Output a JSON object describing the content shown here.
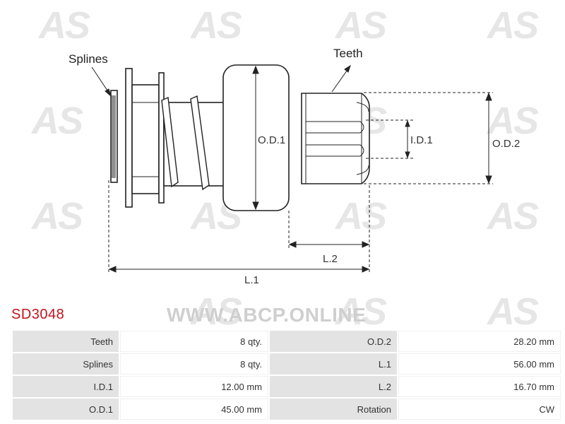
{
  "watermark": {
    "text": "AS"
  },
  "diagram": {
    "callouts": {
      "splines": "Splines",
      "teeth": "Teeth"
    },
    "dimensions": {
      "od1": "O.D.1",
      "id1": "I.D.1",
      "od2": "O.D.2",
      "l2": "L.2",
      "l1": "L.1"
    }
  },
  "part_code": "SD3048",
  "website": "WWW.ABCP.ONLINE",
  "specs": [
    {
      "label_left": "Teeth",
      "value_left": "8 qty.",
      "label_right": "O.D.2",
      "value_right": "28.20 mm"
    },
    {
      "label_left": "Splines",
      "value_left": "8 qty.",
      "label_right": "L.1",
      "value_right": "56.00 mm"
    },
    {
      "label_left": "I.D.1",
      "value_left": "12.00 mm",
      "label_right": "L.2",
      "value_right": "16.70 mm"
    },
    {
      "label_left": "O.D.1",
      "value_left": "45.00 mm",
      "label_right": "Rotation",
      "value_right": "CW"
    }
  ]
}
